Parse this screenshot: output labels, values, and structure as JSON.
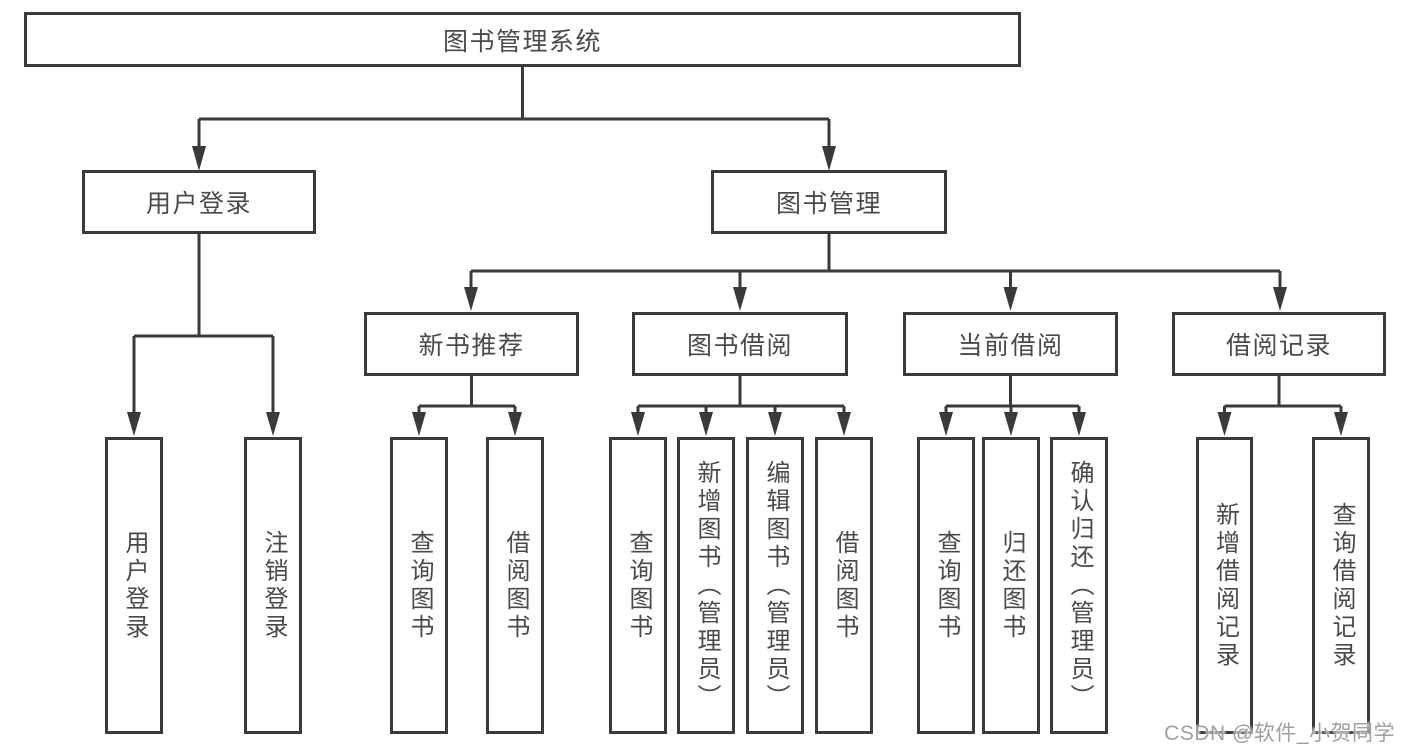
{
  "tree": {
    "label": "图书管理系统",
    "children": [
      {
        "label": "用户登录",
        "children": [
          {
            "label": "用户登录"
          },
          {
            "label": "注销登录"
          }
        ]
      },
      {
        "label": "图书管理",
        "children": [
          {
            "label": "新书推荐",
            "children": [
              {
                "label": "查询图书"
              },
              {
                "label": "借阅图书"
              }
            ]
          },
          {
            "label": "图书借阅",
            "children": [
              {
                "label": "查询图书"
              },
              {
                "label": "新增图书（管理员）"
              },
              {
                "label": "编辑图书（管理员）"
              },
              {
                "label": "借阅图书"
              }
            ]
          },
          {
            "label": "当前借阅",
            "children": [
              {
                "label": "查询图书"
              },
              {
                "label": "归还图书"
              },
              {
                "label": "确认归还（管理员）"
              }
            ]
          },
          {
            "label": "借阅记录",
            "children": [
              {
                "label": "新增借阅记录"
              },
              {
                "label": "查询借阅记录"
              }
            ]
          }
        ]
      }
    ]
  },
  "colors": {
    "line": "#3a3a3a",
    "box_border": "#3a3a3a",
    "text": "#4a4a4a",
    "background": "#ffffff",
    "watermark": "#a0a0a0"
  },
  "watermark": {
    "text": "CSDN @软件_小贺同学"
  }
}
